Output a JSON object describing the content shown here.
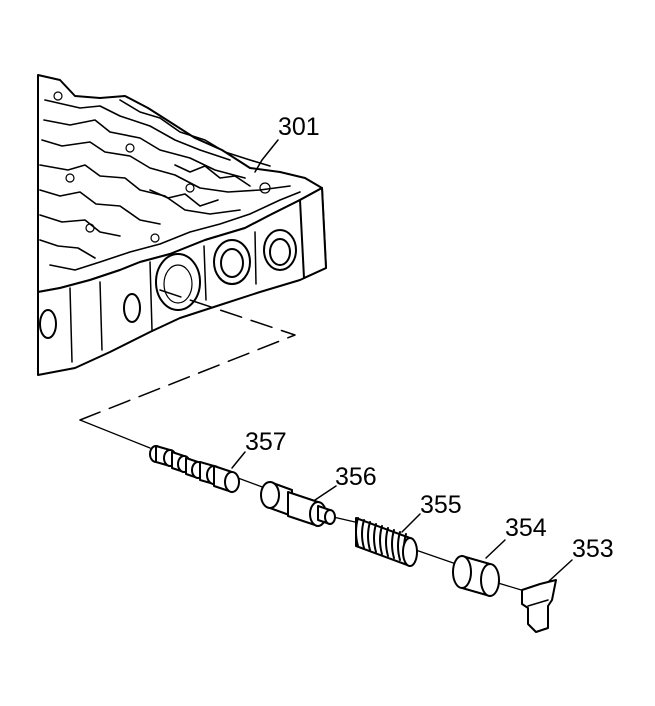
{
  "diagram": {
    "callouts": [
      {
        "id": "valve-body",
        "label": "301"
      },
      {
        "id": "valve",
        "label": "357"
      },
      {
        "id": "sleeve",
        "label": "356"
      },
      {
        "id": "spring",
        "label": "355"
      },
      {
        "id": "plug",
        "label": "354"
      },
      {
        "id": "retainer",
        "label": "353"
      }
    ]
  }
}
